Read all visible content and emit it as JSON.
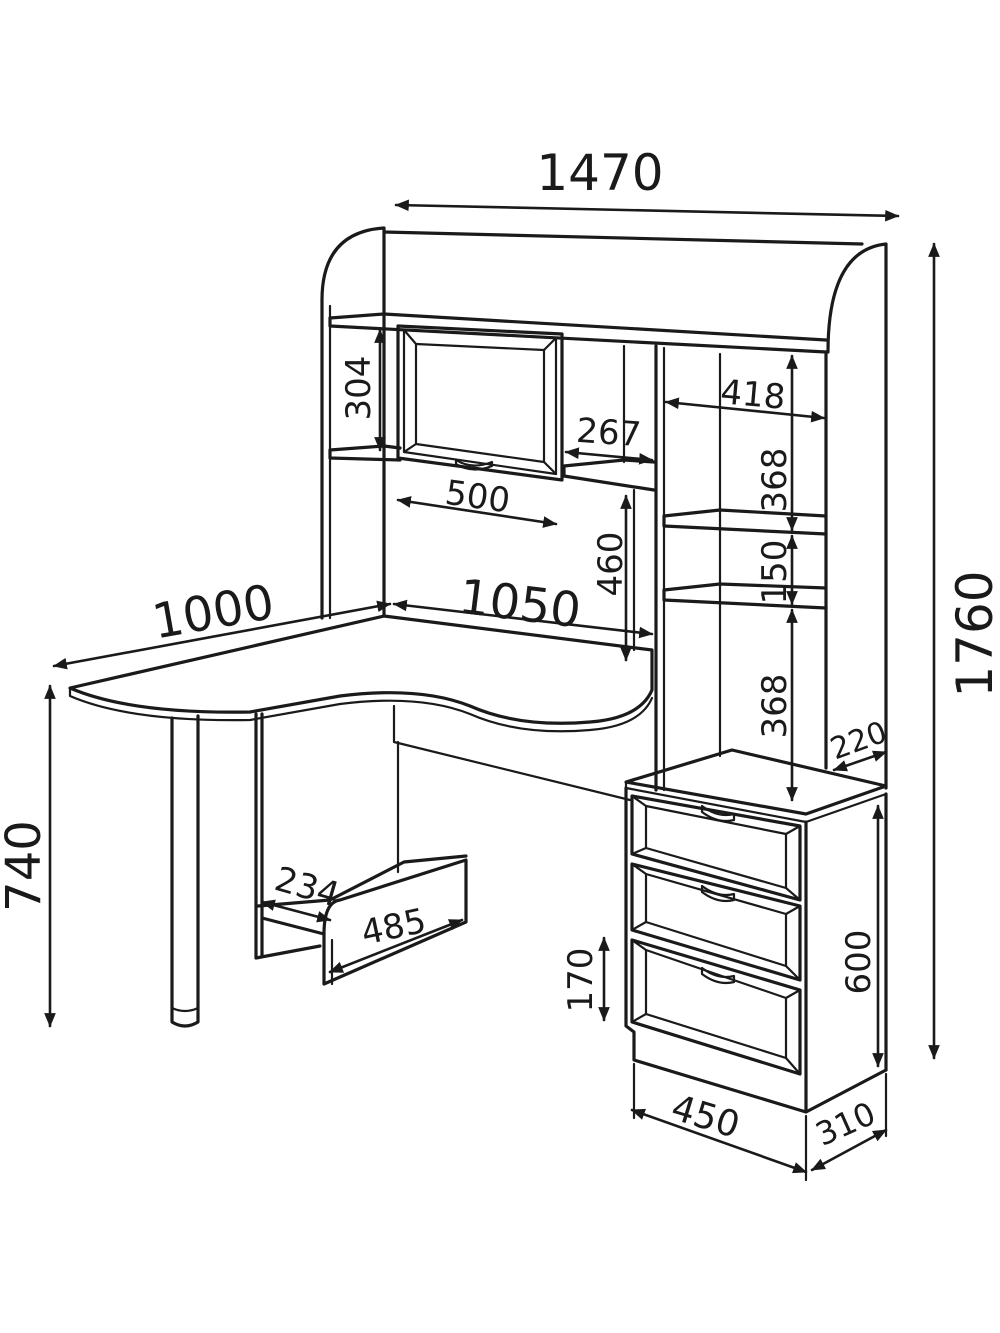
{
  "dimensions": {
    "total_width": "1470",
    "total_height": "1760",
    "desk_depth": "1000",
    "desk_span": "1050",
    "desk_height": "740",
    "top_shelf_height": "304",
    "cabinet_width": "500",
    "shelf_267": "267",
    "gap_460": "460",
    "rack_width": "418",
    "rack_368_top": "368",
    "rack_150": "150",
    "rack_368_bottom": "368",
    "rack_depth": "220",
    "footrest_depth": "234",
    "footrest_width": "485",
    "drawer_height": "170",
    "pedestal_height": "600",
    "pedestal_width": "450",
    "pedestal_depth": "310"
  },
  "colors": {
    "line": "#1a1a1a",
    "background": "#ffffff"
  }
}
